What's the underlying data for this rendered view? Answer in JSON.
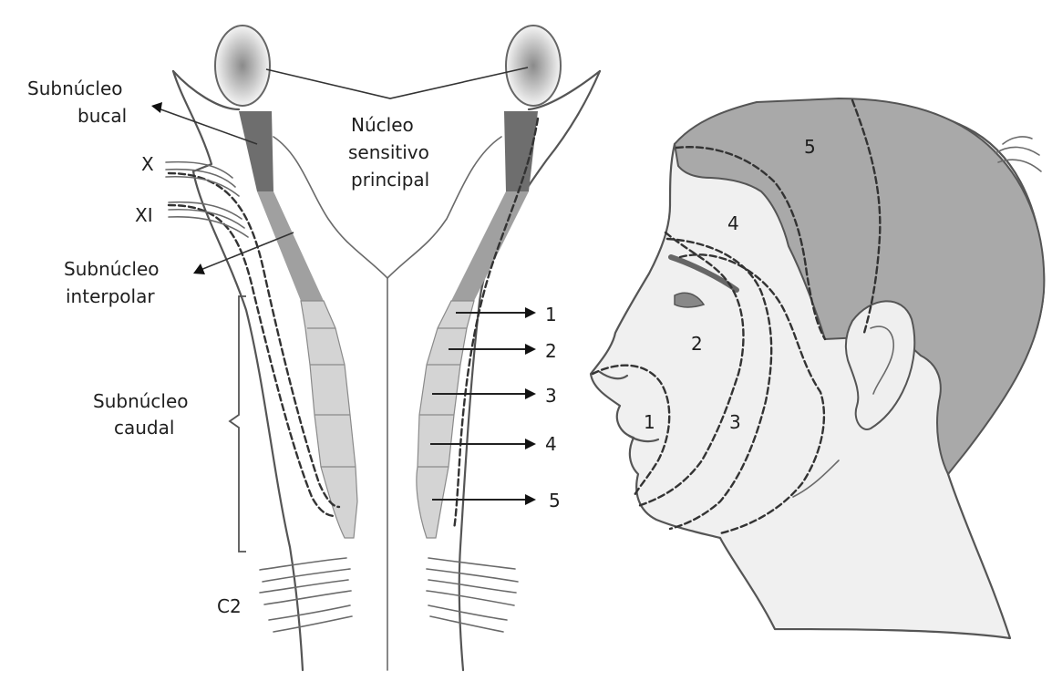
{
  "labels": {
    "subnucleo_bucal": [
      "Subnúcleo",
      "bucal"
    ],
    "nucleo_sensitivo": [
      "Núcleo",
      "sensitivo",
      "principal"
    ],
    "nerve_x": "X",
    "nerve_xi": "XI",
    "subnucleo_interpolar": [
      "Subnúcleo",
      "interpolar"
    ],
    "subnucleo_caudal": [
      "Subnúcleo",
      "caudal"
    ],
    "c2": "C2"
  },
  "segment_numbers": [
    "1",
    "2",
    "3",
    "4",
    "5"
  ],
  "face_zones": [
    "1",
    "2",
    "3",
    "4",
    "5"
  ],
  "colors": {
    "dark_gray": "#6e6e6e",
    "mid_gray": "#a0a0a0",
    "light_gray": "#cfcfcf",
    "hair": "#a9a9a9",
    "skin": "#eeeeee",
    "outline": "#555555"
  }
}
